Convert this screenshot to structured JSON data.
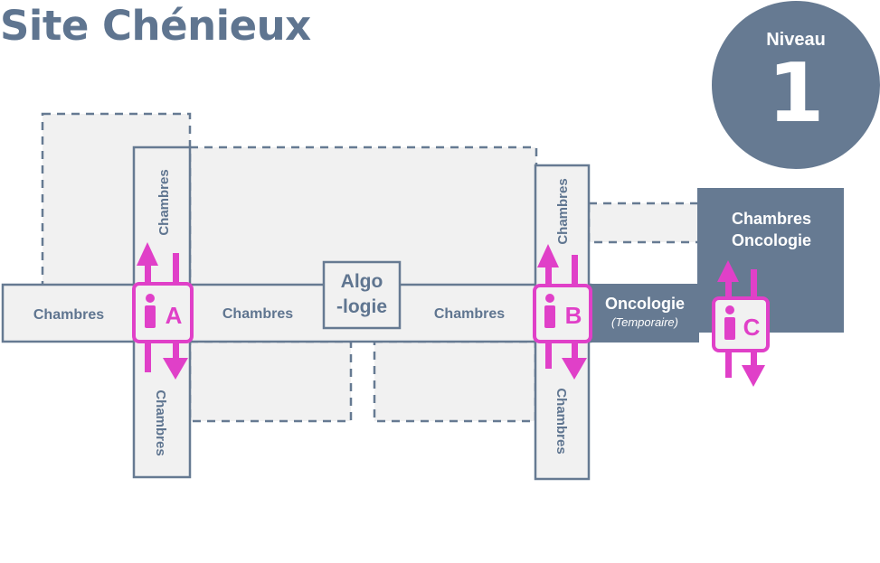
{
  "title": "Site Chénieux",
  "level": {
    "label": "Niveau",
    "number": "1"
  },
  "rooms": {
    "left": "Chambres",
    "center_left": "Chambres",
    "center_right": "Chambres",
    "col_a_top": "Chambres",
    "col_a_bottom": "Chambres",
    "col_b_top": "Chambres",
    "col_b_bottom": "Chambres",
    "algo_line1": "Algo",
    "algo_line2": "-logie",
    "onco": "Oncologie",
    "onco_note": "(Temporaire)",
    "ch_onco_line1": "Chambres",
    "ch_onco_line2": "Oncologie"
  },
  "elevators": {
    "a": "A",
    "b": "B",
    "c": "C"
  },
  "colors": {
    "wall": "#667a92",
    "floor": "#f1f1f1",
    "accent": "#e040c8",
    "text": "#5f7590",
    "dark_block": "#667a92"
  }
}
